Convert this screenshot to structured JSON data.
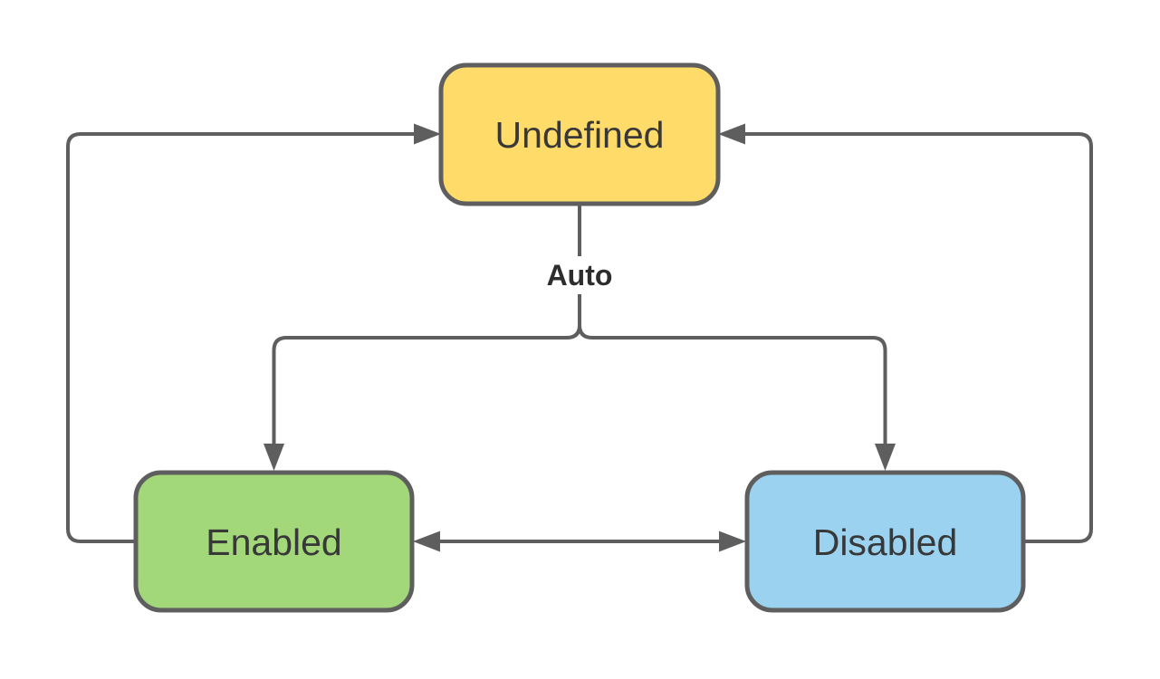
{
  "diagram": {
    "background": "#ffffff",
    "connector_color": "#5e5e5e",
    "node_stroke": "#5e5e5e",
    "node_text_color": "#383838",
    "edge_label_color": "#2d2d2d",
    "nodes": [
      {
        "id": "undefined",
        "label": "Undefined",
        "fill": "#ffdc69"
      },
      {
        "id": "enabled",
        "label": "Enabled",
        "fill": "#a2d77a"
      },
      {
        "id": "disabled",
        "label": "Disabled",
        "fill": "#9ad2f0"
      }
    ],
    "auto_label": "Auto",
    "edges": [
      {
        "from": "undefined",
        "to": "enabled",
        "label": "Auto",
        "style": "branch-down-left"
      },
      {
        "from": "undefined",
        "to": "disabled",
        "label": "Auto",
        "style": "branch-down-right"
      },
      {
        "from": "enabled",
        "to": "undefined",
        "label": "",
        "style": "loop-left-edge"
      },
      {
        "from": "disabled",
        "to": "undefined",
        "label": "",
        "style": "loop-right-edge"
      },
      {
        "from": "enabled",
        "to": "disabled",
        "label": "",
        "style": "bidirectional-horizontal"
      }
    ]
  }
}
